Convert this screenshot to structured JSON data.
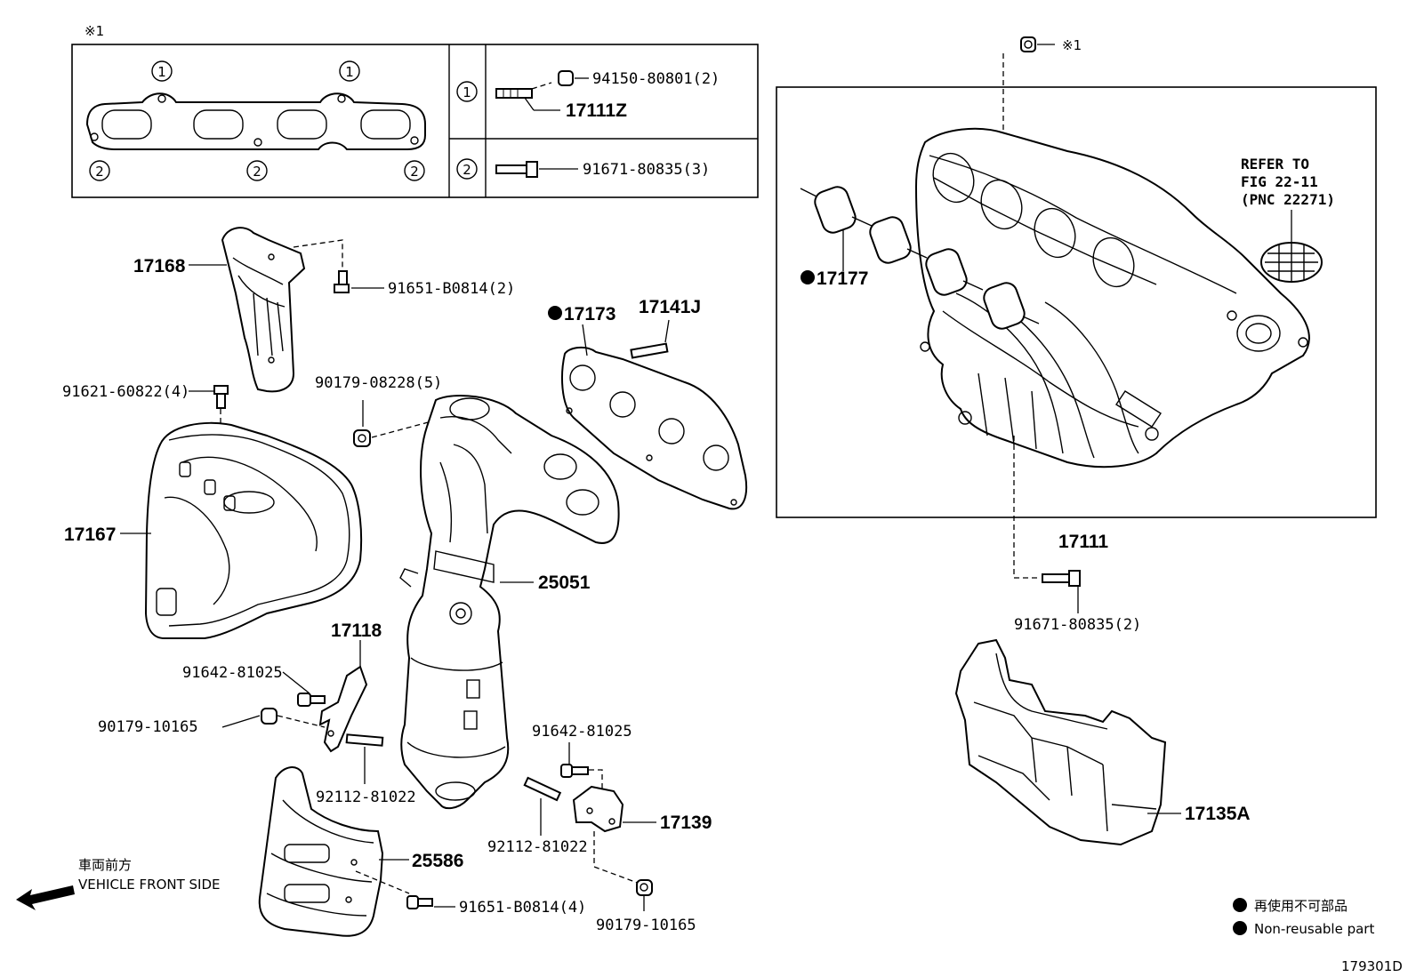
{
  "diagram_id": "179301D",
  "inset": {
    "note_mark": "※1",
    "rows": [
      {
        "circle": "1",
        "upper_part": "94150-80801(2)",
        "lower_part": "17111Z"
      },
      {
        "circle": "2",
        "part": "91671-80835(3)"
      }
    ],
    "gasket_marks": [
      "1",
      "1",
      "2",
      "2",
      "2"
    ]
  },
  "manifold_box": {
    "note_mark": "※1",
    "refer_note": [
      "REFER TO",
      "FIG 22-11",
      "(PNC 22271)"
    ],
    "labels": {
      "gasket": "17177",
      "manifold": "17111",
      "bolt": "91671-80835(2)"
    }
  },
  "labels": {
    "p17168": "17168",
    "p91651_top": "91651-B0814(2)",
    "p17173": "17173",
    "p17141j": "17141J",
    "p91621": "91621-60822(4)",
    "p90179_08228": "90179-08228(5)",
    "p17167": "17167",
    "p25051": "25051",
    "p17118": "17118",
    "p91642_left": "91642-81025",
    "p90179_left": "90179-10165",
    "p92112_left": "92112-81022",
    "p91642_right": "91642-81025",
    "p17139": "17139",
    "p92112_right": "92112-81022",
    "p25586": "25586",
    "p91651_bottom": "91651-B0814(4)",
    "p90179_bottom": "90179-10165",
    "p17135a": "17135A"
  },
  "vehicle_front": {
    "jp": "車両前方",
    "en": "VEHICLE FRONT SIDE"
  },
  "legend": {
    "jp": "再使用不可部品",
    "en": "Non-reusable part"
  },
  "colors": {
    "line": "#000000",
    "background": "#ffffff"
  }
}
